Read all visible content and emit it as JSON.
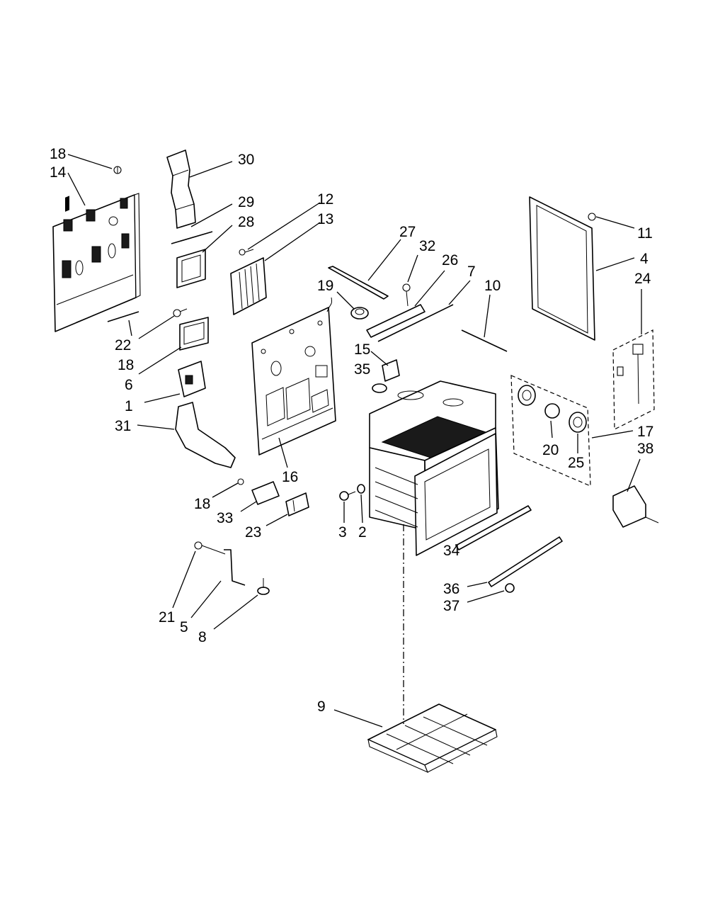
{
  "callouts": [
    {
      "id": "c1",
      "text": "18"
    },
    {
      "id": "c2",
      "text": "14"
    },
    {
      "id": "c3",
      "text": "30"
    },
    {
      "id": "c4",
      "text": "29"
    },
    {
      "id": "c5",
      "text": "28"
    },
    {
      "id": "c6",
      "text": "12"
    },
    {
      "id": "c7",
      "text": "13"
    },
    {
      "id": "c8",
      "text": "27"
    },
    {
      "id": "c9",
      "text": "32"
    },
    {
      "id": "c10",
      "text": "26"
    },
    {
      "id": "c11",
      "text": "7"
    },
    {
      "id": "c12",
      "text": "19"
    },
    {
      "id": "c13",
      "text": "10"
    },
    {
      "id": "c14",
      "text": "11"
    },
    {
      "id": "c15",
      "text": "4"
    },
    {
      "id": "c16",
      "text": "24"
    },
    {
      "id": "c17",
      "text": "22"
    },
    {
      "id": "c18",
      "text": "18"
    },
    {
      "id": "c19",
      "text": "6"
    },
    {
      "id": "c20",
      "text": "15"
    },
    {
      "id": "c21",
      "text": "35"
    },
    {
      "id": "c22",
      "text": "1"
    },
    {
      "id": "c23",
      "text": "31"
    },
    {
      "id": "c24",
      "text": "17"
    },
    {
      "id": "c25",
      "text": "38"
    },
    {
      "id": "c26",
      "text": "20"
    },
    {
      "id": "c27",
      "text": "25"
    },
    {
      "id": "c28",
      "text": "16"
    },
    {
      "id": "c29",
      "text": "18"
    },
    {
      "id": "c30",
      "text": "33"
    },
    {
      "id": "c31",
      "text": "23"
    },
    {
      "id": "c32",
      "text": "3"
    },
    {
      "id": "c33",
      "text": "2"
    },
    {
      "id": "c34",
      "text": "34"
    },
    {
      "id": "c35",
      "text": "36"
    },
    {
      "id": "c36",
      "text": "37"
    },
    {
      "id": "c37",
      "text": "21"
    },
    {
      "id": "c38",
      "text": "5"
    },
    {
      "id": "c39",
      "text": "8"
    },
    {
      "id": "c40",
      "text": "9"
    }
  ]
}
